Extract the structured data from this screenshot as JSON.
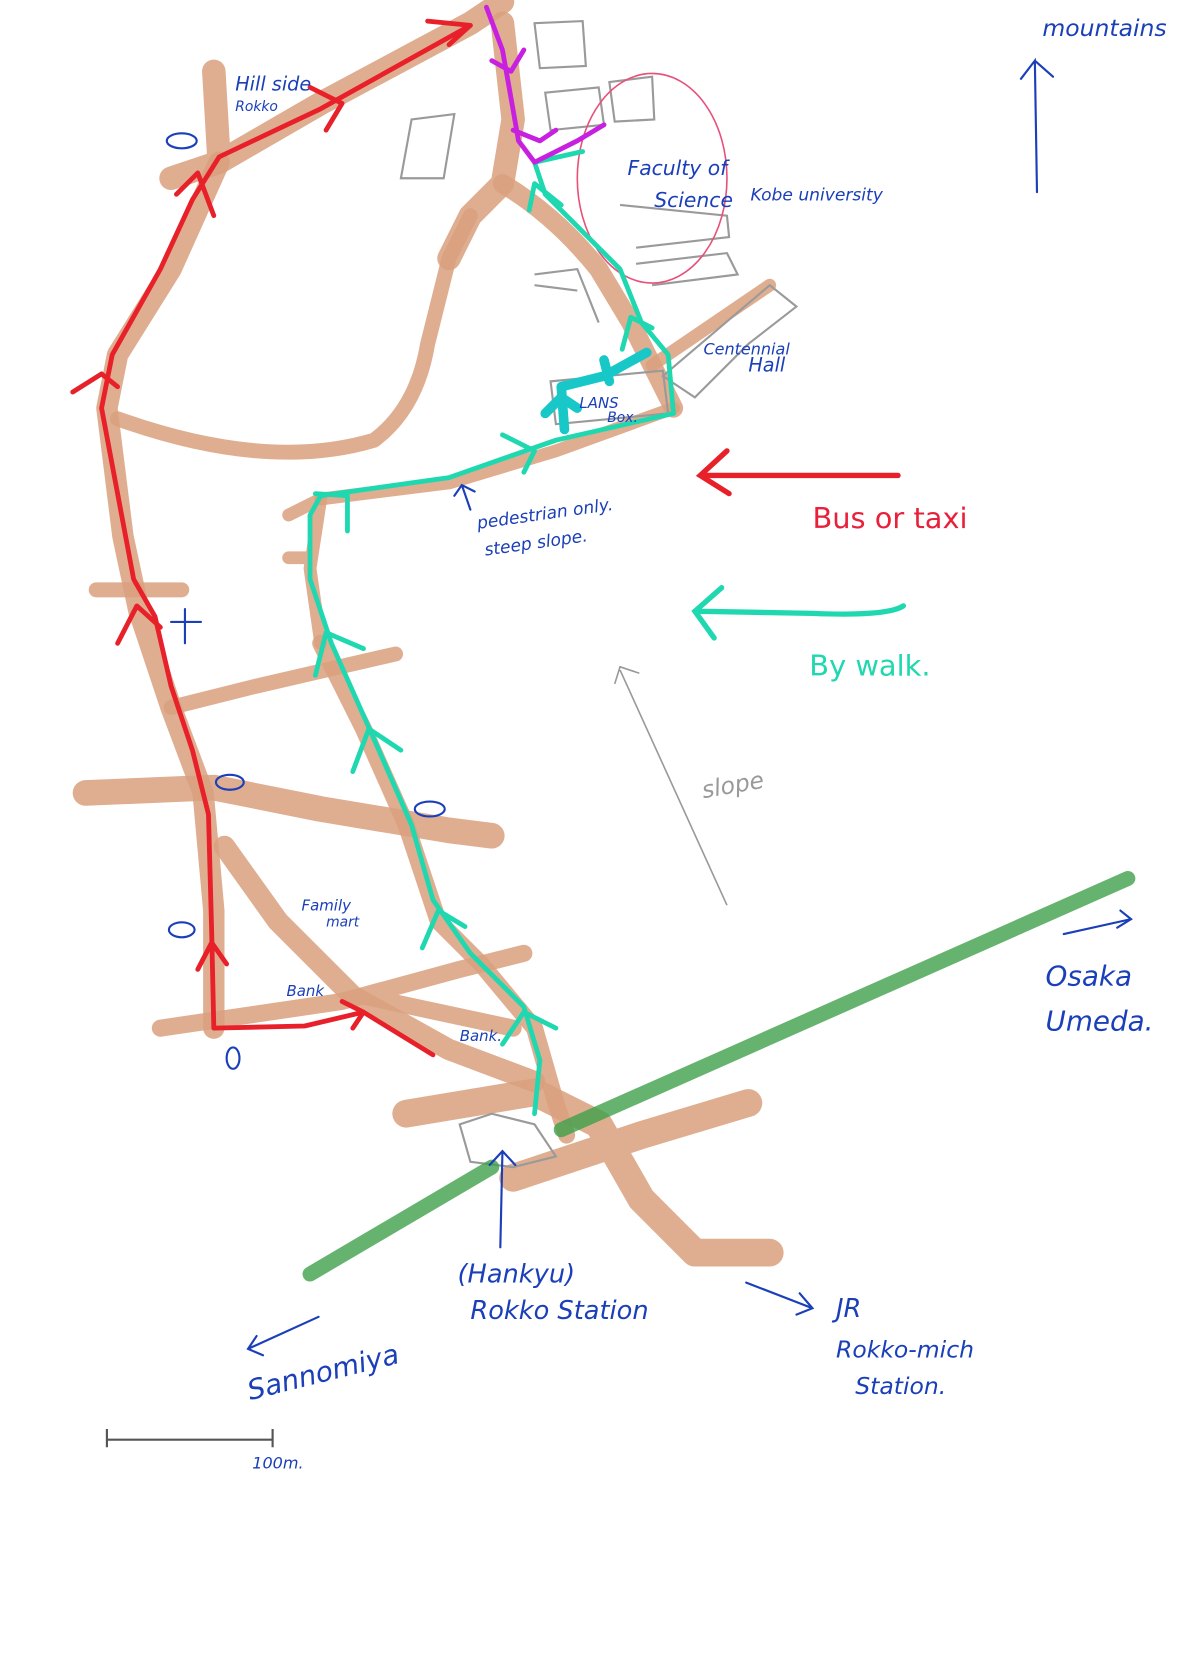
{
  "map": {
    "labels": {
      "mountains": "mountains",
      "hillside": "Hill side",
      "rokko": "Rokko",
      "faculty_line1": "Faculty of",
      "faculty_line2": "Science",
      "kobe_university": "Kobe university",
      "centennial_line1": "Centennial",
      "centennial_line2": "Hall",
      "lans_line1": "LANS",
      "lans_line2": "Box.",
      "pedestrian_line1": "pedestrian only.",
      "pedestrian_line2": "steep slope.",
      "slope": "slope",
      "family_line1": "Family",
      "family_line2": "mart",
      "bank1": "Bank",
      "bank2": "Bank.",
      "osaka_line1": "Osaka",
      "osaka_line2": "Umeda.",
      "hankyu_line1": "(Hankyu)",
      "hankyu_line2": "Rokko Station",
      "jr_line1": "JR",
      "jr_line2": "Rokko-mich",
      "jr_line3": "Station.",
      "sannomiya": "Sannomiya",
      "scale": "100m."
    },
    "legend": {
      "bus": "Bus or taxi",
      "walk": "By walk."
    },
    "colors": {
      "bus_route": "#e8202a",
      "walk_route": "#20d8b0",
      "campus_route": "#c820e0",
      "road": "#d9a07e",
      "railway": "#3fa04a",
      "ink": "#1a3fb8"
    }
  }
}
